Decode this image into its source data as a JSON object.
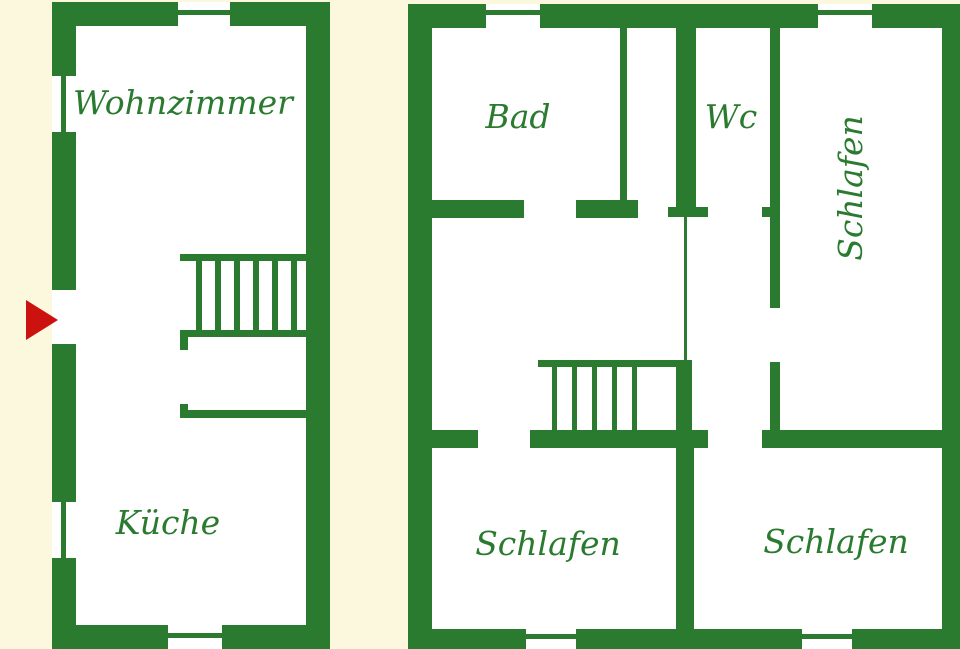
{
  "floorplan": {
    "left": {
      "rooms": {
        "wohnzimmer": "Wohnzimmer",
        "kueche": "Küche"
      }
    },
    "right": {
      "rooms": {
        "bad": "Bad",
        "wc": "Wc",
        "schlafen_vertical": "Schlafen",
        "schlafen_bottom_left": "Schlafen",
        "schlafen_bottom_right": "Schlafen"
      }
    }
  },
  "colors": {
    "walls": "#2a7a2f",
    "background": "#fbf8dd",
    "floor": "#ffffff",
    "entrance_marker": "#cc1111"
  }
}
